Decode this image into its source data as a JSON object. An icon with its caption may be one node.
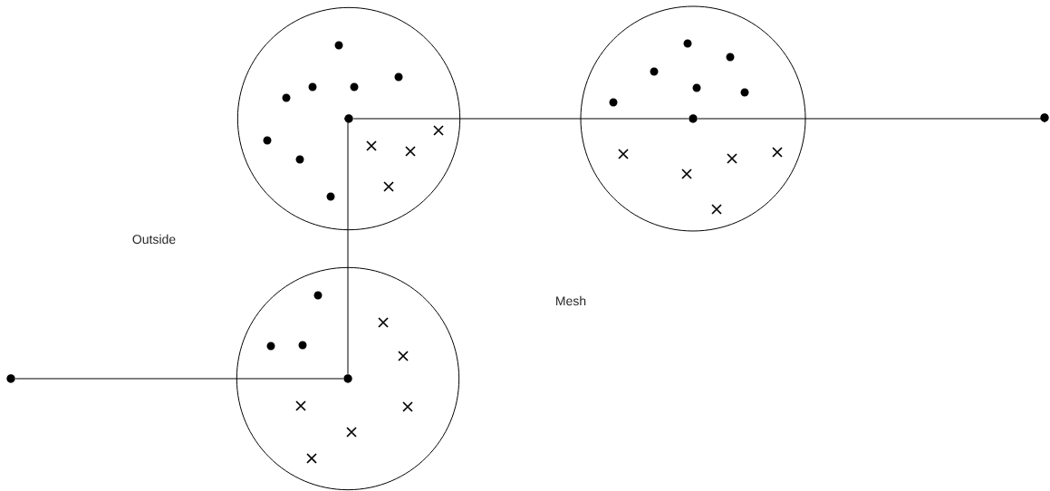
{
  "diagram": {
    "nodes": [
      {
        "text": [],
        "shape": "circle"
      },
      {
        "text": [],
        "shape": "dot",
        "in": 0
      },
      {
        "text": [],
        "shape": "circle"
      },
      {
        "text": [],
        "shape": "dot",
        "in": 2
      },
      {
        "text": [],
        "shape": "dot"
      },
      {
        "text": [],
        "shape": "circle"
      },
      {
        "text": [],
        "shape": "dot",
        "in": 5
      },
      {
        "text": [],
        "shape": "dot"
      }
    ],
    "edges": [
      {
        "from": 1,
        "to": 3,
        "arrow": "none"
      },
      {
        "from": 3,
        "to": 4,
        "arrow": "none"
      },
      {
        "from": 1,
        "to": 6,
        "arrow": "none"
      },
      {
        "from": 7,
        "to": 6,
        "arrow": "none"
      }
    ],
    "labels": [
      "Outside",
      "Mesh"
    ]
  }
}
